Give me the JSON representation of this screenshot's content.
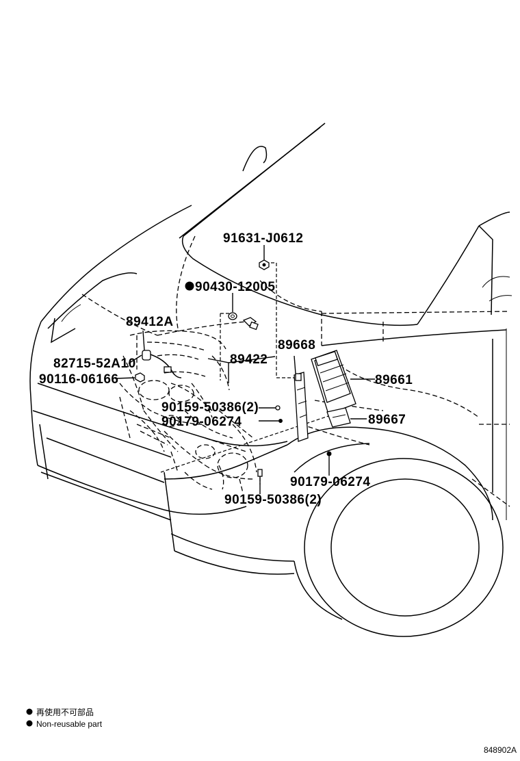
{
  "callouts": {
    "p91631": "91631-J0612",
    "p90430": "90430-12005",
    "p89412": "89412A",
    "p89668": "89668",
    "p82715": "82715-52A10",
    "p89422": "89422",
    "p89661": "89661",
    "p90116": "90116-06166",
    "p90159a": "90159-50386(2)",
    "p90179a": "90179-06274",
    "p89667": "89667",
    "p90179b": "90179-06274",
    "p90159b": "90159-50386(2)"
  },
  "legend": {
    "jp": "再使用不可部品",
    "en": "Non-reusable part"
  },
  "diagram_id": "848902A"
}
